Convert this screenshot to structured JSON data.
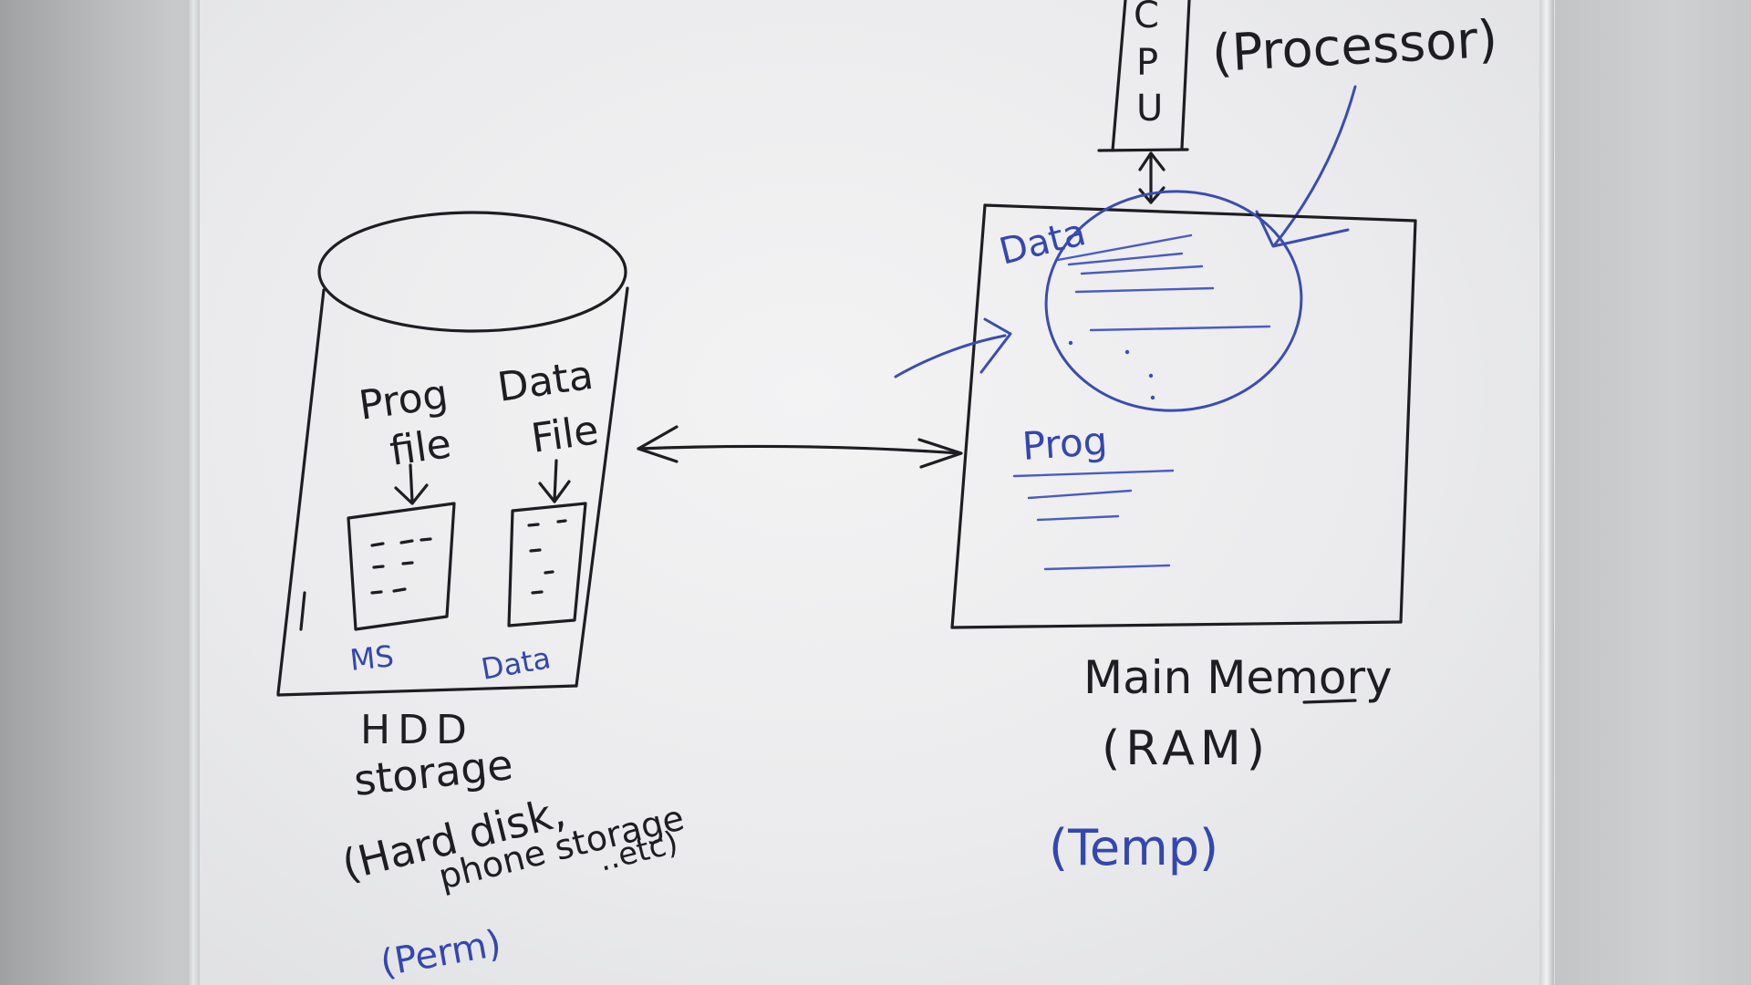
{
  "diagram": {
    "cpu": {
      "letters": [
        "C",
        "P",
        "U"
      ],
      "processor_label": "(Processor)"
    },
    "hdd": {
      "prog_file_label_1": "Prog",
      "prog_file_label_2": "file",
      "data_file_label_1": "Data",
      "data_file_label_2": "File",
      "ms_label": "MS",
      "data_label": "Data",
      "title_1": "HDD",
      "title_2": "storage",
      "desc_1": "(Hard disk,",
      "desc_2": "phone storage",
      "desc_3": "..etc)",
      "perm": "(Perm)"
    },
    "ram": {
      "data_label": "Data",
      "prog_label": "Prog",
      "title": "Main Memory",
      "subtitle": "(RAM)",
      "temp": "(Temp)"
    }
  }
}
